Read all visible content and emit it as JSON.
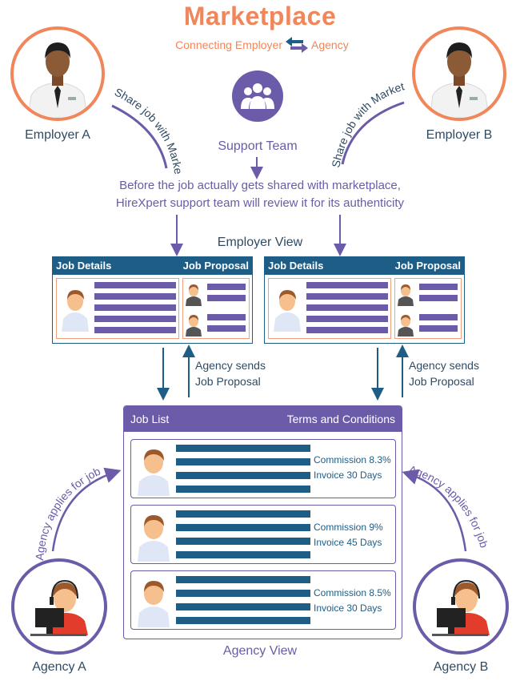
{
  "header": {
    "title": "Marketplace",
    "subtitle_left": "Connecting Employer",
    "subtitle_right": "Agency"
  },
  "employers": [
    {
      "label": "Employer A",
      "curve_text": "Share job with Marketplace"
    },
    {
      "label": "Employer B",
      "curve_text": "Share job with Marketplace"
    }
  ],
  "support": {
    "label": "Support Team",
    "note_line1": "Before the job actually gets shared with marketplace,",
    "note_line2": "HireXpert support team will review it for its authenticity"
  },
  "employer_view": {
    "title": "Employer View",
    "cards": [
      {
        "left_heading": "Job Details",
        "right_heading": "Job Proposal"
      },
      {
        "left_heading": "Job Details",
        "right_heading": "Job Proposal"
      }
    ],
    "agency_sends_line1": "Agency sends",
    "agency_sends_line2": "Job Proposal"
  },
  "agency_view": {
    "title": "Agency View",
    "left_heading": "Job List",
    "right_heading": "Terms and Conditions",
    "rows": [
      {
        "commission": "Commission 8.3%",
        "invoice": "Invoice 30 Days"
      },
      {
        "commission": "Commission 9%",
        "invoice": "Invoice 45 Days"
      },
      {
        "commission": "Commission 8.5%",
        "invoice": "Invoice 30 Days"
      }
    ]
  },
  "agencies": [
    {
      "label": "Agency A",
      "curve_text": "Agency applies for job"
    },
    {
      "label": "Agency B",
      "curve_text": "Agency applies for job"
    }
  ],
  "colors": {
    "orange": "#f0865a",
    "purple": "#6b5ba8",
    "blue": "#1e5d86"
  }
}
